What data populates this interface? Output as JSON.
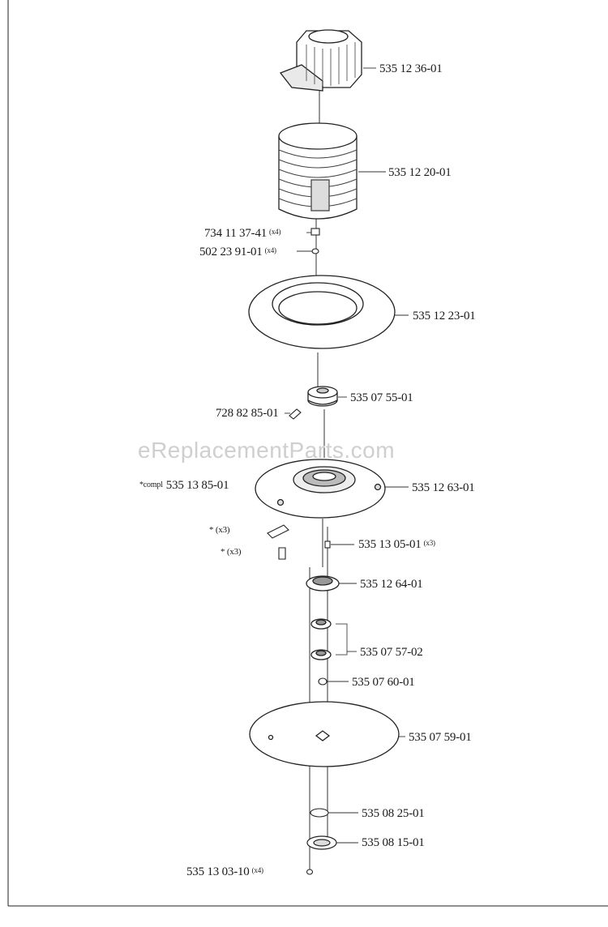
{
  "watermark": "eReplacementParts.com",
  "labels": {
    "p1": {
      "part": "535 12 36-01"
    },
    "p2": {
      "part": "535 12 20-01"
    },
    "p3": {
      "part": "734 11 37-41",
      "qty": "(x4)"
    },
    "p4": {
      "part": "502 23 91-01",
      "qty": "(x4)"
    },
    "p5": {
      "part": "535 12 23-01"
    },
    "p6": {
      "part": "535 07 55-01"
    },
    "p7": {
      "part": "728 82 85-01"
    },
    "p8": {
      "prefix": "*compl",
      "part": "535 13 85-01"
    },
    "p9": {
      "part": "535 12 63-01"
    },
    "p10": {
      "text": "* (x3)"
    },
    "p11": {
      "text": "* (x3)"
    },
    "p12": {
      "part": "535 13 05-01",
      "qty": "(x3)"
    },
    "p13": {
      "part": "535 12 64-01"
    },
    "p14": {
      "part": "535 07 57-02"
    },
    "p15": {
      "part": "535 07 60-01"
    },
    "p16": {
      "part": "535 07 59-01"
    },
    "p17": {
      "part": "535 08 25-01"
    },
    "p18": {
      "part": "535 08 15-01"
    },
    "p19": {
      "part": "535 13 03-10",
      "qty": "(x4)"
    }
  }
}
